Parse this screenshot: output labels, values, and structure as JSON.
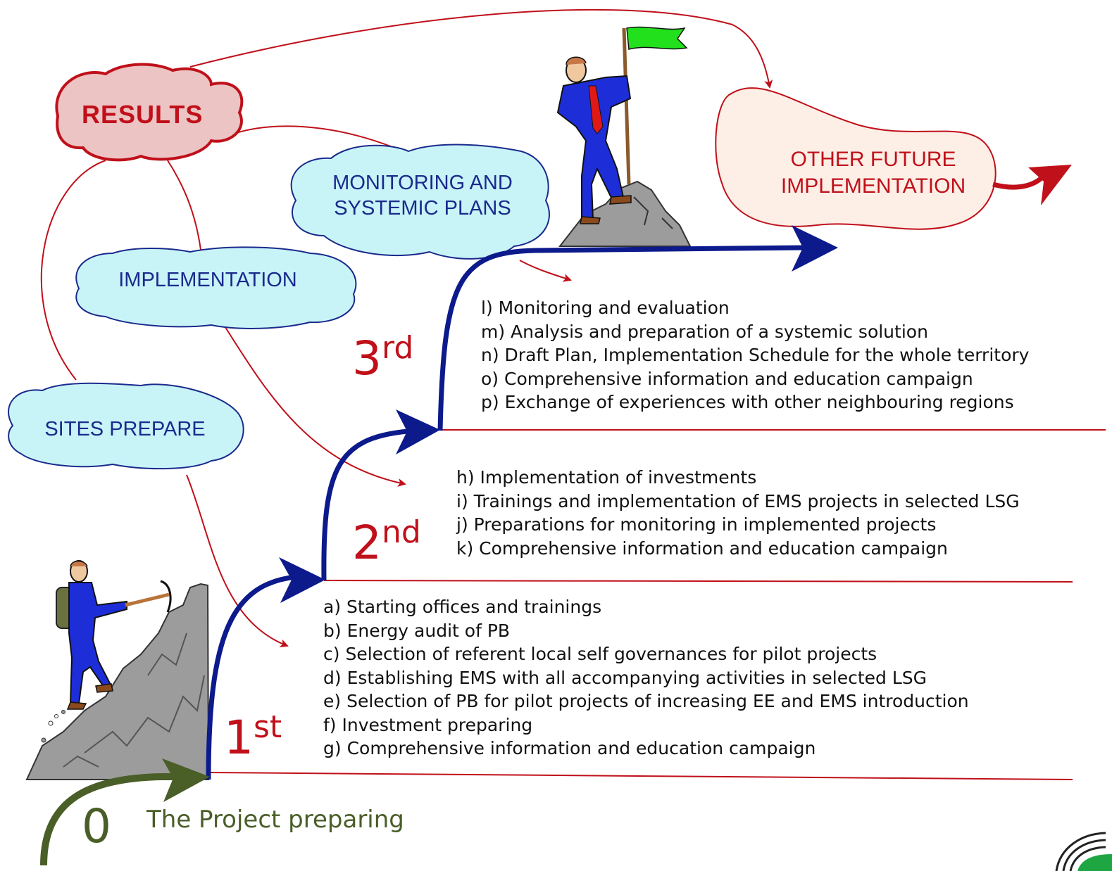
{
  "clouds": {
    "results": "RESULTS",
    "monitoring": [
      "MONITORING AND",
      "SYSTEMIC PLANS"
    ],
    "implementation": "IMPLEMENTATION",
    "sites_prepare": "SITES PREPARE",
    "other_future": [
      "OTHER FUTURE",
      "IMPLEMENTATION"
    ]
  },
  "stages": [
    {
      "number": "1",
      "suffix": "st",
      "items": [
        "a) Starting offices and trainings",
        "b) Energy audit of PB",
        "c) Selection of referent local self governances for pilot projects",
        "d) Establishing EMS with all accompanying activities in selected LSG",
        "e) Selection of PB for pilot projects of increasing EE and  EMS introduction",
        "f) Investment preparing",
        "g) Comprehensive information and education campaign"
      ]
    },
    {
      "number": "2",
      "suffix": "nd",
      "items": [
        "h) Implementation of investments",
        "i) Trainings and implementation of EMS projects in selected LSG",
        "j) Preparations for monitoring in implemented projects",
        "k) Comprehensive information and education campaign"
      ]
    },
    {
      "number": "3",
      "suffix": "rd",
      "items": [
        "l) Monitoring and evaluation",
        "m) Analysis  and preparation of a systemic solution",
        "n) Draft Plan, Implementation Schedule for the whole territory",
        "o) Comprehensive information and education campaign",
        "p) Exchange of experiences with other neighbouring regions"
      ]
    }
  ],
  "stage_zero": {
    "number": "0",
    "label": "The Project preparing"
  },
  "colors": {
    "red": "#c0101a",
    "blue": "#0c1a8c",
    "green": "#4a5e28",
    "cloud_fill": "#c8f4f8",
    "cloud_stroke": "#1a2a8c",
    "results_fill": "#ecc4c4",
    "other_fill": "#fdeee6"
  }
}
